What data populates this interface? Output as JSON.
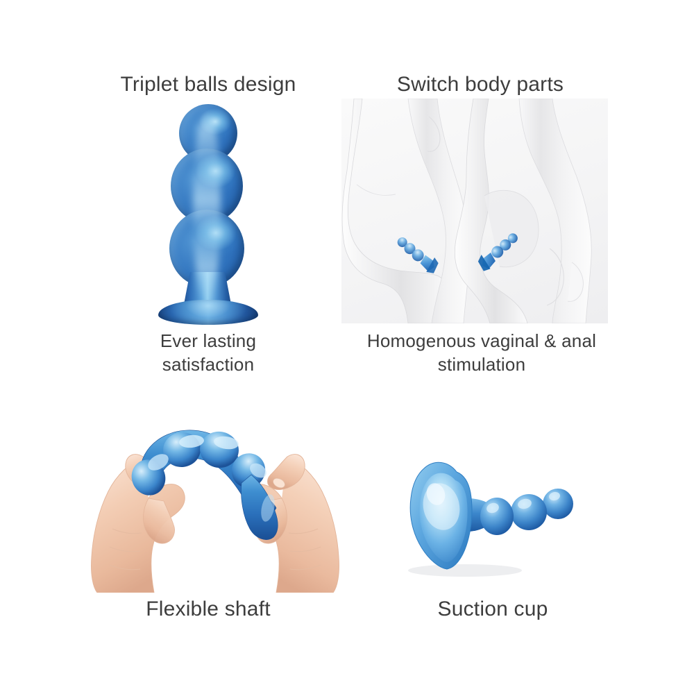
{
  "page": {
    "background_color": "#ffffff",
    "text_color": "#3d3d3d",
    "layout": "2x2 feature grid"
  },
  "palette": {
    "blue_dark": "#18417c",
    "blue_mid": "#2f72bd",
    "blue_light": "#7cbceb",
    "blue_highlight": "#bae4f8",
    "skin_light": "#f6d9c6",
    "skin_mid": "#efc3a8",
    "skin_shadow": "#dda88c",
    "panel_bg": "#f4f4f5",
    "body_gray": "#e3e3e5"
  },
  "features": [
    {
      "id": "triplet-balls",
      "heading": "Triplet balls design",
      "subcaption": "Ever lasting\nsatisfaction",
      "image_alt": "Blue triplet-ball shaft standing upright on a flared suction base"
    },
    {
      "id": "switch-body-parts",
      "heading": "Switch body parts",
      "subcaption": "Homogenous vaginal & anal\nstimulation",
      "image_alt": "Two grey body silhouettes, female and male, each shown with the blue toy in place"
    },
    {
      "id": "flexible-shaft",
      "heading": "Flexible shaft",
      "subcaption": "",
      "image_alt": "Two hands bending the blue shaft into an arch to show flexibility"
    },
    {
      "id": "suction-cup",
      "heading": "Suction cup",
      "subcaption": "",
      "image_alt": "Heart-shaped blue suction cup base with three graduated balls"
    }
  ]
}
